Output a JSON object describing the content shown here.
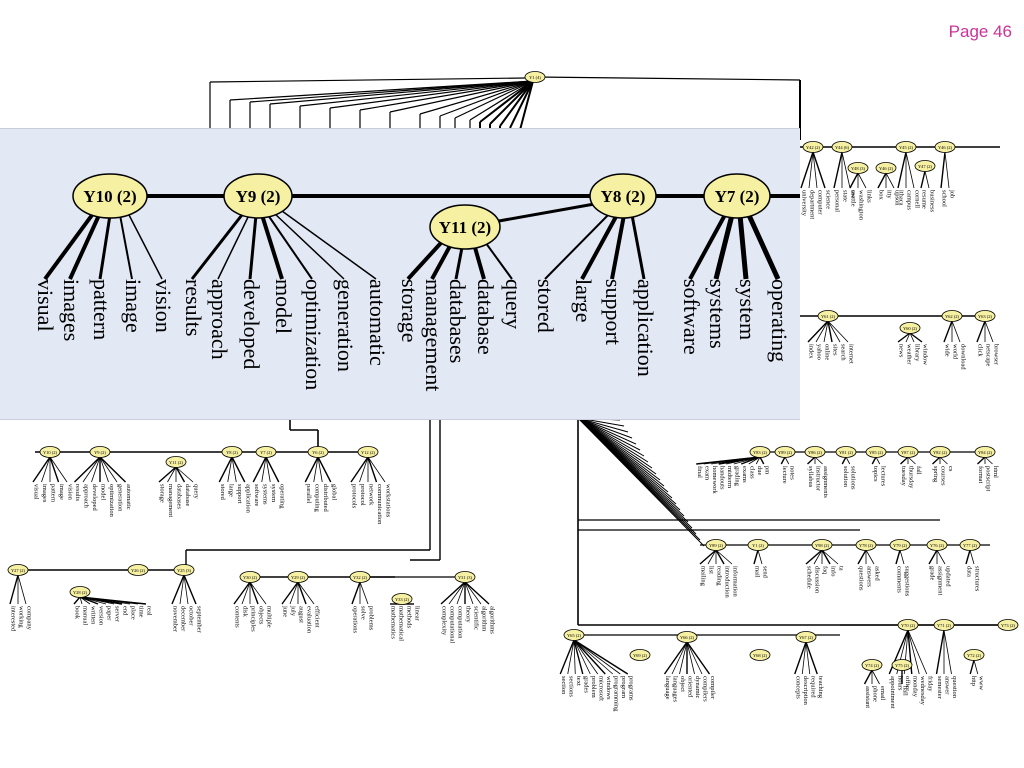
{
  "page_label": "Page 46",
  "background": {
    "root": "Y1 (4)",
    "group_a": [
      {
        "id": "Y10 (2)",
        "leaves": [
          "visual",
          "images",
          "pattern",
          "image",
          "vision"
        ]
      },
      {
        "id": "Y9 (2)",
        "leaves": [
          "results",
          "approach",
          "developed",
          "model",
          "optimization",
          "generation",
          "automatic"
        ]
      },
      {
        "id": "Y11 (2)",
        "leaves": [
          "storage",
          "management",
          "databases",
          "database",
          "query"
        ]
      },
      {
        "id": "Y8 (2)",
        "leaves": [
          "stored",
          "large",
          "support",
          "application"
        ]
      },
      {
        "id": "Y7 (2)",
        "leaves": [
          "software",
          "systems",
          "system",
          "operating"
        ]
      },
      {
        "id": "Y6 (2)",
        "leaves": [
          "parallel",
          "computing",
          "distributed",
          "global"
        ]
      },
      {
        "id": "Y12 (2)",
        "leaves": [
          "protocols",
          "protocol",
          "network",
          "communication",
          "workstations"
        ]
      }
    ],
    "group_b": [
      {
        "id": "Y27 (2)",
        "leaves": [
          "interested",
          "working",
          "company"
        ]
      },
      {
        "id": "Y28 (2)",
        "leaves": [
          "book",
          "manual",
          "written",
          "version",
          "paper",
          "server",
          "end",
          "place",
          "time",
          "real"
        ]
      },
      {
        "id": "Y26 (2)",
        "leaves": []
      },
      {
        "id": "Y25 (3)",
        "leaves": [
          "november",
          "december",
          "october",
          "september"
        ]
      },
      {
        "id": "Y30 (2)",
        "leaves": [
          "contents",
          "disk",
          "principles",
          "objects",
          "multiple"
        ]
      },
      {
        "id": "Y29 (2)",
        "leaves": [
          "june",
          "july",
          "august",
          "evaluation",
          "efficient"
        ]
      },
      {
        "id": "Y32 (2)",
        "leaves": [
          "operations",
          "solve",
          "problems"
        ]
      },
      {
        "id": "Y33 (2)",
        "leaves": [
          "mathematics",
          "mathematical",
          "methods",
          "linear"
        ]
      },
      {
        "id": "Y31 (3)",
        "leaves": [
          "complexity",
          "computational",
          "computation",
          "theory",
          "scientific",
          "algorithm",
          "algorithms"
        ]
      }
    ],
    "group_c": [
      {
        "id": "Y42 (2)",
        "leaves": [
          "university",
          "department",
          "computer",
          "science"
        ]
      },
      {
        "id": "Y44 (6)",
        "leaves": [
          "personal",
          "state",
          "seattle"
        ]
      },
      {
        "id": "Y48 (3)",
        "leaves": [
          "uw",
          "washington",
          "links"
        ]
      },
      {
        "id": "Y46 (2)",
        "leaves": [
          "box",
          "itty",
          "upson"
        ]
      },
      {
        "id": "Y45 (2)",
        "leaves": [
          "ithaca",
          "campus",
          "cornell"
        ]
      },
      {
        "id": "Y47 (2)",
        "leaves": [
          "resume",
          "business"
        ]
      },
      {
        "id": "Y46 (2)",
        "leaves": [
          "school",
          "job"
        ]
      },
      {
        "id": "Y61 (2)",
        "leaves": [
          "index",
          "yahoo",
          "online",
          "sites",
          "search",
          "internet"
        ]
      },
      {
        "id": "Y60 (2)",
        "leaves": [
          "news",
          "weather",
          "library",
          "window"
        ]
      },
      {
        "id": "Y62 (2)",
        "leaves": [
          "wide",
          "world",
          "download"
        ]
      },
      {
        "id": "Y63 (2)",
        "leaves": [
          "click",
          "netscape",
          "browser"
        ]
      }
    ],
    "group_d": [
      {
        "id": "Y83 (2)",
        "leaves": [
          "final",
          "exam",
          "homework",
          "handouts",
          "midterm",
          "grading",
          "exams",
          "class",
          "due",
          "pm"
        ]
      },
      {
        "id": "Y89 (2)",
        "leaves": [
          "lecture",
          "notes"
        ]
      },
      {
        "id": "Y86 (2)",
        "leaves": [
          "syllabus",
          "instructor",
          "assignments"
        ]
      },
      {
        "id": "Y81 (2)",
        "leaves": [
          "solution",
          "solutions"
        ]
      },
      {
        "id": "Y85 (2)",
        "leaves": [
          "topics",
          "lectures"
        ]
      },
      {
        "id": "Y87 (2)",
        "leaves": [
          "tuesday",
          "thursday",
          "fall"
        ]
      },
      {
        "id": "Y82 (2)",
        "leaves": [
          "spring",
          "courses",
          "cs"
        ]
      },
      {
        "id": "Y84 (2)",
        "leaves": [
          "format",
          "postscript",
          "html"
        ]
      }
    ],
    "group_e": [
      {
        "id": "Y89 (2)",
        "leaves": [
          "mailing",
          "list",
          "reading",
          "introduction",
          "information"
        ]
      },
      {
        "id": "Y1 (2)",
        "leaves": [
          "mail",
          "send"
        ]
      },
      {
        "id": "Y98 (2)",
        "leaves": [
          "schedule",
          "discussion",
          "faq",
          "info",
          "ta"
        ]
      },
      {
        "id": "Y78 (2)",
        "leaves": [
          "questions",
          "answers",
          "asked"
        ]
      },
      {
        "id": "Y79 (2)",
        "leaves": [
          "comments",
          "suggestions"
        ]
      },
      {
        "id": "Y76 (2)",
        "leaves": [
          "grade",
          "assignment",
          "updated"
        ]
      },
      {
        "id": "Y77 (2)",
        "leaves": [
          "data",
          "structures"
        ]
      }
    ],
    "group_f": [
      {
        "id": "Y65 (2)",
        "leaves": [
          "section",
          "sections",
          "text",
          "grades",
          "problem",
          "microsoft",
          "windows",
          "programming",
          "program",
          "programs"
        ]
      },
      {
        "id": "Y66 (2)",
        "leaves": [
          "language",
          "languages",
          "object",
          "oriented",
          "dynamic",
          "compilers",
          "compiler"
        ]
      },
      {
        "id": "Y69 (2)",
        "leaves": []
      },
      {
        "id": "Y68 (2)",
        "leaves": []
      },
      {
        "id": "Y67 (2)",
        "leaves": [
          "concepts",
          "description",
          "required",
          "teaching"
        ]
      },
      {
        "id": "Y70 (2)",
        "leaves": [
          "appointment",
          "hours",
          "office",
          "monday",
          "wednesday",
          "friday"
        ]
      },
      {
        "id": "Y74 (2)",
        "leaves": [
          "assistant",
          "phone",
          "email"
        ]
      },
      {
        "id": "Y75 (2)",
        "leaves": [
          "hall"
        ]
      },
      {
        "id": "Y71 (2)",
        "leaves": [
          "semester",
          "answer",
          "question"
        ]
      },
      {
        "id": "Y72 (2)",
        "leaves": [
          "http",
          "www"
        ]
      },
      {
        "id": "Y73 (2)",
        "leaves": []
      }
    ]
  },
  "zoom": {
    "nodes": {
      "y10": "Y10 (2)",
      "y9": "Y9 (2)",
      "y11": "Y11 (2)",
      "y8": "Y8 (2)",
      "y7": "Y7 (2)"
    },
    "leaves": {
      "visual": "visual",
      "images": "images",
      "pattern": "pattern",
      "image": "image",
      "vision": "vision",
      "results": "results",
      "approach": "approach",
      "developed": "developed",
      "model": "model",
      "optimization": "optimization",
      "generation": "generation",
      "automatic": "automatic",
      "storage": "storage",
      "management": "management",
      "databases": "databases",
      "database": "database",
      "query": "query",
      "stored": "stored",
      "large": "large",
      "support": "support",
      "application": "application",
      "software": "software",
      "systems": "systems",
      "system": "system",
      "operating": "operating"
    }
  }
}
